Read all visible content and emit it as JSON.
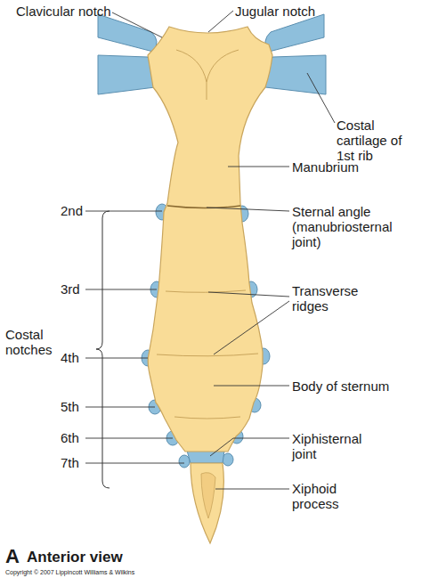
{
  "diagram": {
    "caption": "Anterior view",
    "labels": [
      "Clavicular notch",
      "Jugular notch",
      "Costal cartilage of 1st rib",
      "Manubrium",
      "2nd",
      "Sternal angle (manubriosternal joint)",
      "3rd",
      "Transverse ridges",
      "4th",
      "Costal notches",
      "Body of sternum",
      "5th",
      "6th",
      "Xiphisternal joint",
      "7th",
      "Xiphoid process",
      "A",
      "Copyright © 2007 Lippincott Williams & Wilkins"
    ]
  }
}
